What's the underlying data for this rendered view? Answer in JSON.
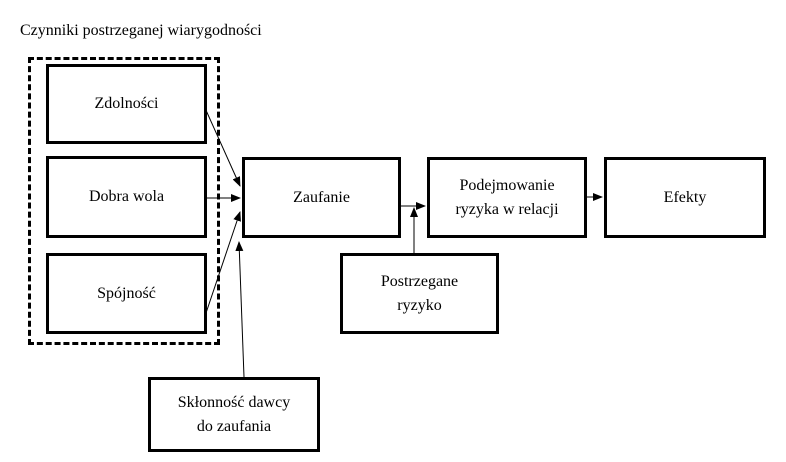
{
  "diagram": {
    "title": "Czynniki postrzeganej wiarygodności",
    "nodes": {
      "zdolnosci": "Zdolności",
      "dobra_wola": "Dobra wola",
      "spojnosc": "Spójność",
      "zaufanie": "Zaufanie",
      "podejmowanie": "Podejmowanie\nryzyka w relacji",
      "efekty": "Efekty",
      "postrzegane_ryzyko": "Postrzegane\nryzyko",
      "sklonnosc": "Skłonność dawcy\ndo zaufania"
    },
    "edges": [
      [
        "zdolnosci",
        "zaufanie"
      ],
      [
        "dobra_wola",
        "zaufanie"
      ],
      [
        "spojnosc",
        "zaufanie"
      ],
      [
        "sklonnosc",
        "zaufanie"
      ],
      [
        "zaufanie",
        "podejmowanie"
      ],
      [
        "postrzegane_ryzyko",
        "podejmowanie"
      ],
      [
        "podejmowanie",
        "efekty"
      ]
    ]
  }
}
